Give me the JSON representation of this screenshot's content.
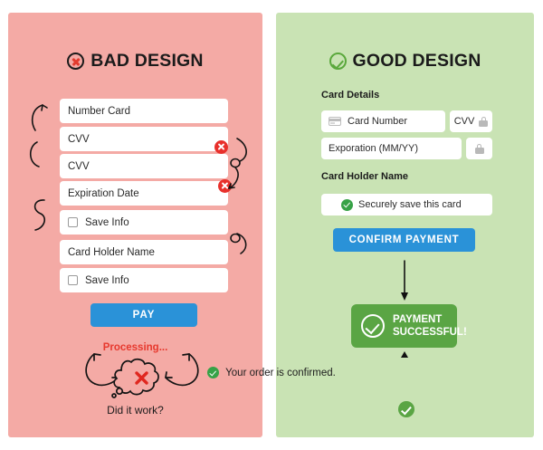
{
  "panels": {
    "bad": {
      "title": "BAD DESIGN",
      "icon": "circle-x-icon",
      "background_color": "#f4aaa5",
      "fields": [
        {
          "label": "Number Card",
          "type": "text"
        },
        {
          "label": "CVV",
          "type": "text"
        },
        {
          "label": "CVV",
          "type": "text"
        },
        {
          "label": "Expiration Date",
          "type": "text"
        },
        {
          "label": "Save Info",
          "type": "checkbox"
        },
        {
          "label": "Card Holder Name",
          "type": "text"
        },
        {
          "label": "Save Info",
          "type": "checkbox"
        }
      ],
      "error_badges": 2,
      "pay_button": "PAY",
      "pay_button_color": "#2a92d8",
      "processing_text": "Processing...",
      "processing_color": "#e7392e",
      "thought_bubble_icon": "red-x-icon",
      "question_text": "Did it work?"
    },
    "good": {
      "title": "GOOD DESIGN",
      "icon": "circle-check-icon",
      "background_color": "#c9e3b4",
      "section_label_card_details": "Card Details",
      "section_label_holder_name": "Card Holder Name",
      "card_number_placeholder": "Card Number",
      "card_number_icon": "credit-card-icon",
      "cvv_label": "CVV",
      "cvv_icon": "lock-icon",
      "expiry_placeholder": "Exporation (MM/YY)",
      "expiry_lock_icon": "lock-icon",
      "secure_save_label": "Securely save this card",
      "secure_save_icon": "green-check-icon",
      "confirm_button": "CONFIRM PAYMENT",
      "confirm_button_color": "#2a92d8",
      "success_line1": "PAYMENT",
      "success_line2": "SUCCESSFUL!",
      "success_box_color": "#5aa544",
      "success_icon": "circle-check-icon",
      "order_confirmed_text": "Your order is confirmed.",
      "order_confirmed_icon": "green-check-icon",
      "final_icon": "green-check-icon"
    }
  }
}
